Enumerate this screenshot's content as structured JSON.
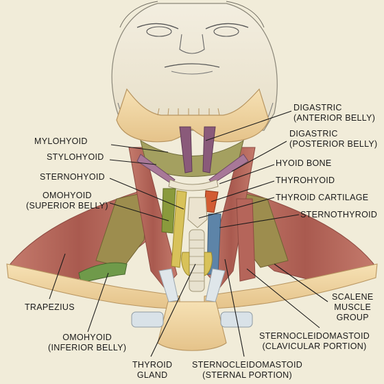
{
  "labels": {
    "digastric_anterior": [
      "DIGASTRIC",
      "(ANTERIOR BELLY)"
    ],
    "digastric_posterior": [
      "DIGASTRIC",
      "(POSTERIOR BELLY)"
    ],
    "mylohyoid": "MYLOHYOID",
    "stylohyoid": "STYLOHYOID",
    "hyoid_bone": "HYOID BONE",
    "sternohyoid": "STERNOHYOID",
    "thyrohyoid": "THYROHYOID",
    "omohyoid_superior": [
      "OMOHYOID",
      "(SUPERIOR BELLY)"
    ],
    "thyroid_cartilage": "THYROID CARTILAGE",
    "sternothyroid": "STERNOTHYROID",
    "trapezius": "TRAPEZIUS",
    "scalene": [
      "SCALENE",
      "MUSCLE",
      "GROUP"
    ],
    "omohyoid_inferior": [
      "OMOHYOID",
      "(INFERIOR BELLY)"
    ],
    "scm_clavicular": [
      "STERNOCLEIDOMASTOID",
      "(CLAVICULAR PORTION)"
    ],
    "thyroid_gland": [
      "THYROID",
      "GLAND"
    ],
    "scm_sternal": [
      "STERNOCLEIDOMASTOID",
      "(STERNAL PORTION)"
    ]
  },
  "colors": {
    "background": "#f1ecd9",
    "muscle": "#b5655a",
    "bone": "#efd4a0",
    "cartilage": "#e8e2cf",
    "thyroid_gland": "#d8c25a",
    "leader_line": "#1a1a1a"
  }
}
